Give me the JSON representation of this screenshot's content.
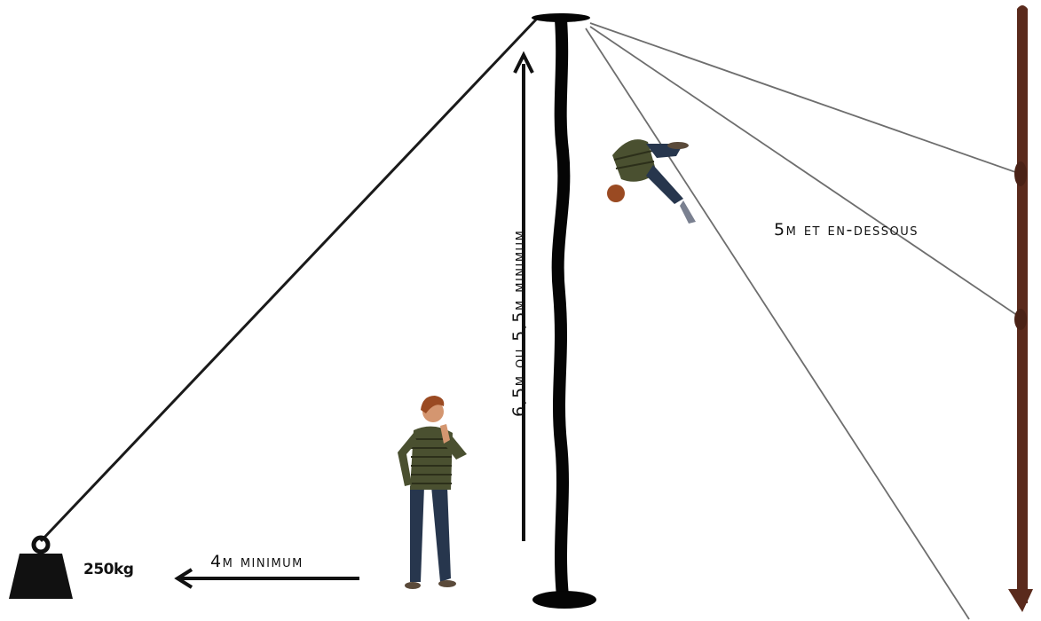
{
  "labels": {
    "height": "6,5m ou 5,5m minimum",
    "distance": "4m minimum",
    "guy_distance": "5m et en-dessous",
    "weight": "250kg"
  },
  "colors": {
    "pole": "#050505",
    "rope": "#1a1a1a",
    "guy_line": "#6e6e6e",
    "tree": "#5a2a1c",
    "shirt": "#4a5030",
    "jeans": "#27364d",
    "hair": "#9a4a22",
    "skin": "#d49670"
  }
}
